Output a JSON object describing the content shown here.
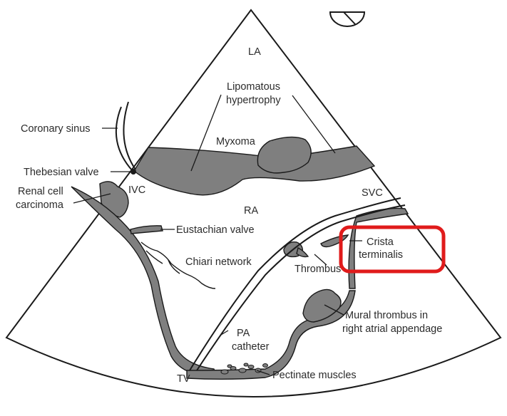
{
  "labels": {
    "la": "LA",
    "lipomatous_1": "Lipomatous",
    "lipomatous_2": "hypertrophy",
    "myxoma": "Myxoma",
    "coronary_sinus": "Coronary sinus",
    "thebesian_valve": "Thebesian valve",
    "renal_1": "Renal cell",
    "renal_2": "carcinoma",
    "ivc": "IVC",
    "svc": "SVC",
    "ra": "RA",
    "eustachian_valve": "Eustachian valve",
    "chiari_network": "Chiari network",
    "thrombus": "Thrombus",
    "crista_1": "Crista",
    "crista_2": "terminalis",
    "mural_1": "Mural thrombus in",
    "mural_2": "right atrial appendage",
    "pa_1": "PA",
    "pa_2": "catheter",
    "tv": "TV",
    "pectinate": "Pectinate muscles"
  },
  "colors": {
    "highlight": "#e01b1b",
    "tissue_gray": "#7f7f7f",
    "ink": "#1a1a1a"
  },
  "icons": {
    "orientation": "orientation-marker-icon"
  }
}
